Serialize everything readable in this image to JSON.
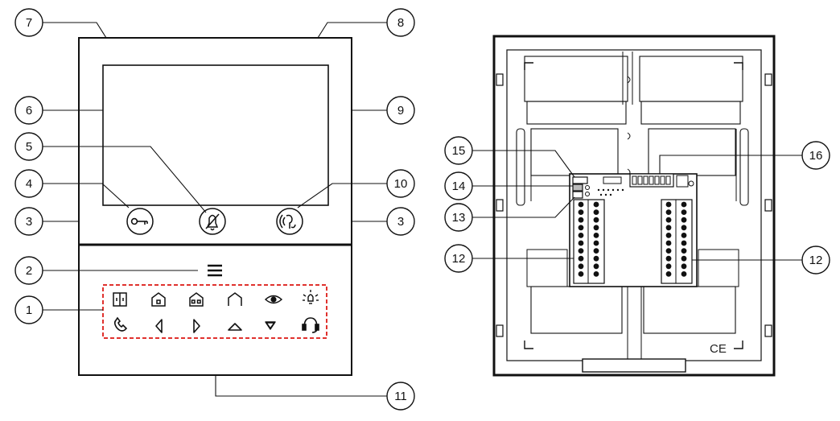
{
  "front_view": {
    "callouts": {
      "c1": "1",
      "c2": "2",
      "c3_left": "3",
      "c3_right": "3",
      "c4": "4",
      "c5": "5",
      "c6": "6",
      "c7": "7",
      "c8": "8",
      "c9": "9",
      "c10": "10",
      "c11": "11"
    },
    "round_buttons": [
      {
        "name": "door-unlock-key-button",
        "icon": "key-icon"
      },
      {
        "name": "mute-bell-button",
        "icon": "bell-mute-icon"
      },
      {
        "name": "answer-call-button",
        "icon": "voice-call-icon"
      }
    ],
    "menu_icon": "hamburger-menu-icon",
    "touch_keys_row1": [
      "door-icon",
      "home-1-icon",
      "home-2-icon",
      "home-away-icon",
      "eye-icon",
      "light-icon"
    ],
    "touch_keys_row2": [
      "phone-icon",
      "arrow-left-icon",
      "arrow-right-icon",
      "arrow-up-icon",
      "arrow-down-icon",
      "headset-icon"
    ],
    "touch_keys_outline_color": "#e0322e"
  },
  "rear_view": {
    "callouts": {
      "c12_left": "12",
      "c12_right": "12",
      "c13": "13",
      "c14": "14",
      "c15": "15",
      "c16": "16"
    },
    "ce_mark": "CE"
  }
}
